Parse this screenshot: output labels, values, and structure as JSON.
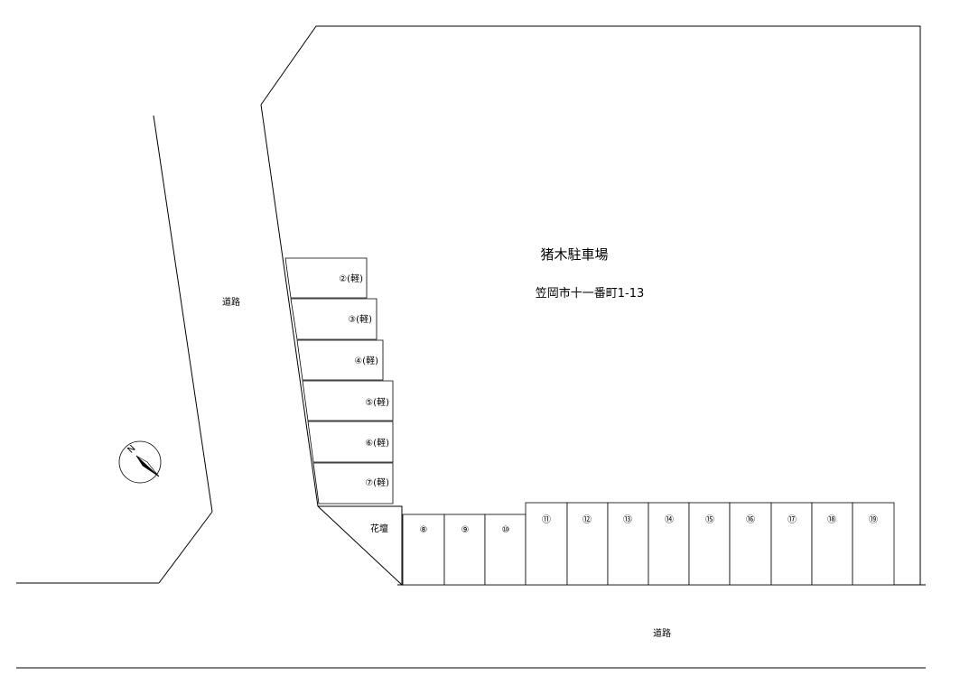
{
  "lot": {
    "name": "猪木駐車場",
    "address": "笠岡市十一番町1-13"
  },
  "roads": {
    "left_label": "道路",
    "bottom_label": "道路"
  },
  "flower_bed_label": "花壇",
  "compass": {
    "north_label": "N",
    "icon": "compass-icon"
  },
  "spots_left": [
    {
      "label": "②(軽)"
    },
    {
      "label": "③(軽)"
    },
    {
      "label": "④(軽)"
    },
    {
      "label": "⑤(軽)"
    },
    {
      "label": "⑥(軽)"
    },
    {
      "label": "⑦(軽)"
    }
  ],
  "spots_bottom": [
    {
      "label": "⑧"
    },
    {
      "label": "⑨"
    },
    {
      "label": "⑩"
    },
    {
      "label": "⑪"
    },
    {
      "label": "⑫"
    },
    {
      "label": "⑬"
    },
    {
      "label": "⑭"
    },
    {
      "label": "⑮"
    },
    {
      "label": "⑯"
    },
    {
      "label": "⑰"
    },
    {
      "label": "⑱"
    },
    {
      "label": "⑲"
    }
  ]
}
